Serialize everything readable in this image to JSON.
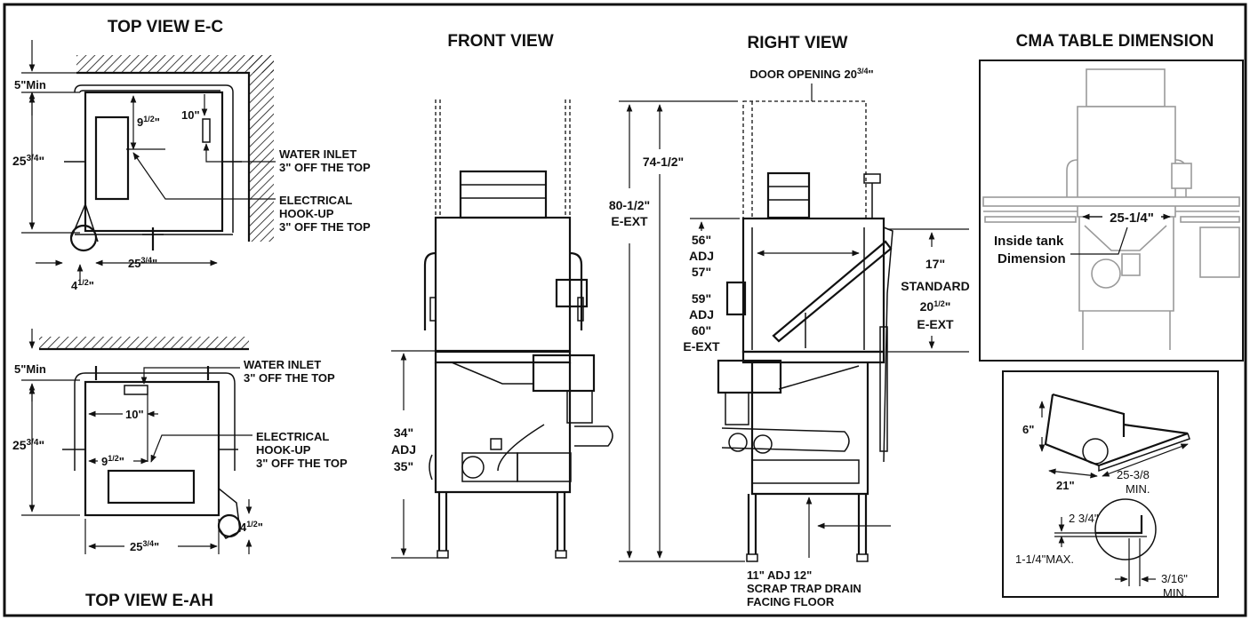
{
  "titles": {
    "top_ec": "TOP VIEW E-C",
    "front": "FRONT VIEW",
    "right": "RIGHT VIEW",
    "cma": "CMA TABLE DIMENSION",
    "top_eah": "TOP VIEW E-AH"
  },
  "top_ec": {
    "min_clear": "5\"Min",
    "depth_whole": "25",
    "depth_frac": "3/4",
    "inlet_x_whole": "9",
    "inlet_x_frac": "1/2",
    "inlet_y": "10\"",
    "width_whole": "25",
    "width_frac": "3/4",
    "offset_whole": "4",
    "offset_frac": "1/2",
    "water_inlet_1": "WATER INLET",
    "water_inlet_2": "3\" OFF THE TOP",
    "electrical_1": "ELECTRICAL",
    "electrical_2": "HOOK-UP",
    "electrical_3": "3\" OFF THE TOP"
  },
  "top_eah": {
    "min_clear": "5\"Min",
    "water_inlet_1": "WATER INLET",
    "water_inlet_2": "3\" OFF THE TOP",
    "inlet_x": "10\"",
    "electrical_1": "ELECTRICAL",
    "electrical_2": "HOOK-UP",
    "electrical_3": "3\" OFF THE TOP",
    "elec_x_whole": "9",
    "elec_x_frac": "1/2",
    "depth_whole": "25",
    "depth_frac": "3/4",
    "offset_whole": "4",
    "offset_frac": "1/2",
    "width_whole": "25",
    "width_frac": "3/4"
  },
  "front": {
    "height_1": "34\"",
    "height_2": "ADJ",
    "height_3": "35\""
  },
  "right": {
    "door_opening_text": "DOOR OPENING 20",
    "door_opening_frac": "3/4",
    "h_total_1": "80-1/2\"",
    "h_total_2": "E-EXT",
    "h_std": "74-1/2\"",
    "h_56_1": "56\"",
    "h_56_2": "ADJ",
    "h_56_3": "57\"",
    "h_59_1": "59\"",
    "h_59_2": "ADJ",
    "h_59_3": "60\"",
    "h_59_4": "E-EXT",
    "door_std_1": "17\"",
    "door_std_2": "STANDARD",
    "door_ext_whole": "20",
    "door_ext_frac": "1/2",
    "door_ext_suffix": "\"",
    "door_ext_2": "E-EXT",
    "drain_1": "11\" ADJ 12\"",
    "drain_2": "SCRAP TRAP DRAIN",
    "drain_3": "FACING FLOOR"
  },
  "cma": {
    "tank_width": "25-1/4\"",
    "tank_label_1": "Inside tank",
    "tank_label_2": "Dimension",
    "splash": "6\"",
    "table_depth": "21\"",
    "table_min_1": "25-3/8",
    "table_min_2": "MIN.",
    "lip_height": "2 3/4\"",
    "lip_max": "1-1/4\"MAX.",
    "gap_min_1": "3/16\"",
    "gap_min_2": "MIN."
  }
}
